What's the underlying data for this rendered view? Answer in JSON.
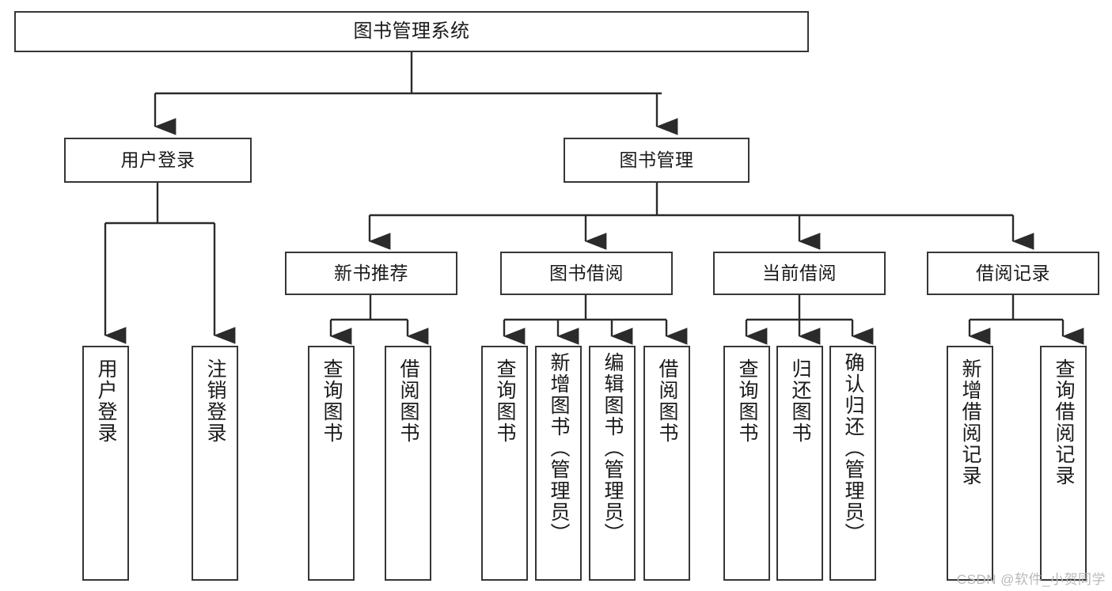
{
  "diagram": {
    "title": "图书管理系统",
    "type": "tree",
    "watermark": "CSDN @软件_小贺同学",
    "colors": {
      "background": "#ffffff",
      "box_fill": "#ffffff",
      "box_border": "#363636",
      "text": "#1a1a1a",
      "connector": "#2b2b2b",
      "watermark": "#b9b9b9"
    },
    "nodes": {
      "root": {
        "label": "图书管理系统"
      },
      "level1": [
        {
          "id": "user-login",
          "label": "用户登录"
        },
        {
          "id": "book-manage",
          "label": "图书管理"
        }
      ],
      "level2": [
        {
          "id": "new-book-recommend",
          "label": "新书推荐"
        },
        {
          "id": "book-borrow",
          "label": "图书借阅"
        },
        {
          "id": "current-borrow",
          "label": "当前借阅"
        },
        {
          "id": "borrow-record",
          "label": "借阅记录"
        }
      ],
      "leaves": {
        "user-login": [
          {
            "id": "leaf-user-login",
            "label": "用户登录"
          },
          {
            "id": "leaf-logout-login",
            "label": "注销登录"
          }
        ],
        "new-book-recommend": [
          {
            "id": "leaf-query-book-1",
            "label": "查询图书"
          },
          {
            "id": "leaf-borrow-book-1",
            "label": "借阅图书"
          }
        ],
        "book-borrow": [
          {
            "id": "leaf-query-book-2",
            "label": "查询图书"
          },
          {
            "id": "leaf-add-book",
            "label": "新增图书（管理员）"
          },
          {
            "id": "leaf-edit-book",
            "label": "编辑图书（管理员）"
          },
          {
            "id": "leaf-borrow-book-2",
            "label": "借阅图书"
          }
        ],
        "current-borrow": [
          {
            "id": "leaf-query-book-3",
            "label": "查询图书"
          },
          {
            "id": "leaf-return-book",
            "label": "归还图书"
          },
          {
            "id": "leaf-confirm-return",
            "label": "确认归还（管理员）"
          }
        ],
        "borrow-record": [
          {
            "id": "leaf-add-record",
            "label": "新增借阅记录"
          },
          {
            "id": "leaf-query-record",
            "label": "查询借阅记录"
          }
        ]
      }
    }
  }
}
